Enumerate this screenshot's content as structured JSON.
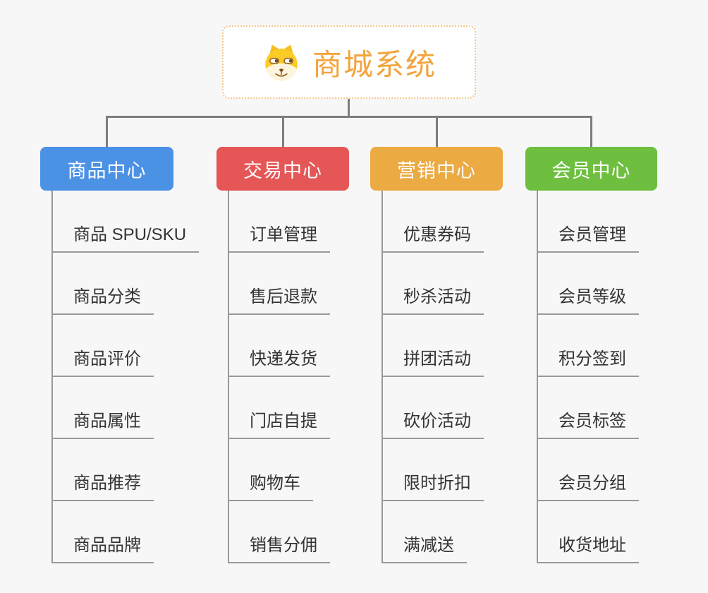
{
  "background": "#f7f7f7",
  "connector_color": "#7d7d7d",
  "line_color": "#999999",
  "root": {
    "title": "商城系统",
    "icon": "shiba-dog-icon",
    "accent_color": "#f2a43c",
    "border_color": "#f4c689"
  },
  "branches": [
    {
      "label": "商品中心",
      "color": "#4b92e5",
      "items": [
        "商品 SPU/SKU",
        "商品分类",
        "商品评价",
        "商品属性",
        "商品推荐",
        "商品品牌"
      ]
    },
    {
      "label": "交易中心",
      "color": "#e55656",
      "items": [
        "订单管理",
        "售后退款",
        "快递发货",
        "门店自提",
        "购物车",
        "销售分佣"
      ]
    },
    {
      "label": "营销中心",
      "color": "#ebaa42",
      "items": [
        "优惠券码",
        "秒杀活动",
        "拼团活动",
        "砍价活动",
        "限时折扣",
        "满减送"
      ]
    },
    {
      "label": "会员中心",
      "color": "#6ebf40",
      "items": [
        "会员管理",
        "会员等级",
        "积分签到",
        "会员标签",
        "会员分组",
        "收货地址"
      ]
    }
  ]
}
